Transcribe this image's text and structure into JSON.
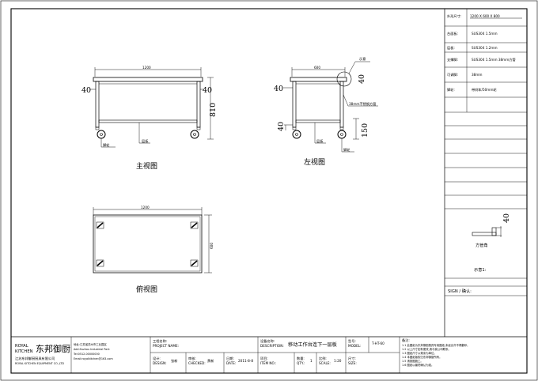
{
  "views": {
    "front": {
      "caption": "主视图",
      "width_label": "1200",
      "height": "810",
      "side_left": "40",
      "side_right": "40",
      "wheel_note": "脚轮",
      "shelf_note": "层板"
    },
    "side": {
      "caption": "左视图",
      "width_label": "600",
      "side_left": "40",
      "side_right": "40",
      "mark_note": "示意",
      "leg_note": "38mm不锈钢方管",
      "height_left": "40",
      "bottom_height": "150",
      "shelf_note": "层板",
      "wheel_note": "脚轮"
    },
    "top": {
      "caption": "俯视图",
      "width_label": "1200",
      "depth_label": "600"
    },
    "detail": {
      "value": "40",
      "note": "方管角",
      "label": "示意1:"
    }
  },
  "spec": {
    "size_label": "外形尺寸:",
    "size_value": "1200 X 600 X 800",
    "rows": [
      {
        "label": "台面板:",
        "value": "SUS304 1.5mm"
      },
      {
        "label": "层板:",
        "value": "SUS304 1.2mm"
      },
      {
        "label": "支撑脚:",
        "value": "SUS304 1.5mm 38mm方管"
      },
      {
        "label": "可调脚:",
        "value": "38mm"
      },
      {
        "label": "脚轮:",
        "value": "带刹车/50mm轮"
      }
    ],
    "sign_label": "SIGN / 确认:"
  },
  "title_block": {
    "brand_en_1": "ROYAL",
    "brand_en_2": "KITCHEN",
    "brand_cn": "东邦御厨",
    "company": "江苏东邦御厨厨具有限公司",
    "company_en": "ROYAL KITCHEN EQUIPMENT CO.,LTD",
    "address": "地址:江苏省苏州市工业园区",
    "address_en": "Add:Suzhou Industrial Park",
    "tel": "Tel:0512-00000000",
    "email": "Email:royalkitchen@163.com",
    "project_label": "工程名称:",
    "project_label_en": "PROJECT NAME:",
    "designer_label": "设计:",
    "designer_label_en": "DESIGN:",
    "designer": "张新",
    "checker_label": "审核:",
    "checker_label_en": "CHECKED:",
    "checker": "黄新",
    "date_label": "日期:",
    "date_label_en": "DATE:",
    "date": "2011-8-8",
    "desc_label": "设备名称:",
    "desc_label_en": "DESCRIPTION:",
    "desc": "移动工作台连下一层板",
    "item_label": "项目:",
    "item_label_en": "ITEM NO.:",
    "qty_label": "数量:",
    "qty_label_en": "QTY.:",
    "qty": "1",
    "scale_label": "比例:",
    "scale_label_en": "SCALE:",
    "scale": "1:20",
    "model_label": "型号:",
    "model_label_en": "MODEL:",
    "model": "T-HT-60",
    "size_label": "尺寸:",
    "size_label_en": "SIZE:",
    "notes_title": "备注:",
    "notes": [
      "1.1 此图纸为东邦御厨厨具专用图纸,未经允许不得翻印。",
      "1.2 以上尺寸如有更改,请与我公司联系。",
      "1.3 图纸尺寸以毫米为单位。",
      "1.4 本图纸版权归东邦御厨所有。",
      "1.5 请按图施工。",
      "1.6 图纸以最终确认为准。"
    ]
  }
}
